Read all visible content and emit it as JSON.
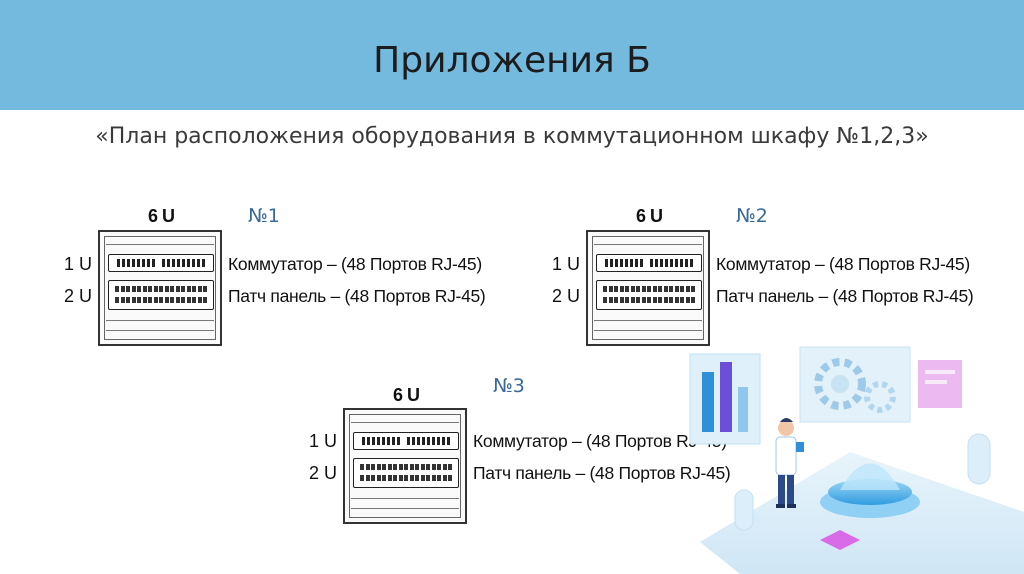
{
  "slide": {
    "title": "Приложения Б",
    "subtitle": "«План расположения оборудования в коммутационном шкафу №1,2,3»"
  },
  "racks": [
    {
      "number": "№1",
      "total_units": "6 U",
      "units": [
        {
          "u": "1 U",
          "device": "Коммутатор – (48 Портов RJ-45)"
        },
        {
          "u": "2 U",
          "device": "Патч панель – (48 Портов RJ-45)"
        }
      ]
    },
    {
      "number": "№2",
      "total_units": "6 U",
      "units": [
        {
          "u": "1 U",
          "device": "Коммутатор – (48 Портов RJ-45)"
        },
        {
          "u": "2 U",
          "device": "Патч панель – (48 Портов RJ-45)"
        }
      ]
    },
    {
      "number": "№3",
      "total_units": "6 U",
      "units": [
        {
          "u": "1 U",
          "device": "Коммутатор – (48 Портов RJ-45)"
        },
        {
          "u": "2 U",
          "device": "Патч панель – (48 Портов RJ-45)"
        }
      ]
    }
  ],
  "colors": {
    "header_bg": "#74b9de",
    "number_text": "#3a6a9c"
  },
  "illustration": "tech-illustration-person-with-tablet"
}
